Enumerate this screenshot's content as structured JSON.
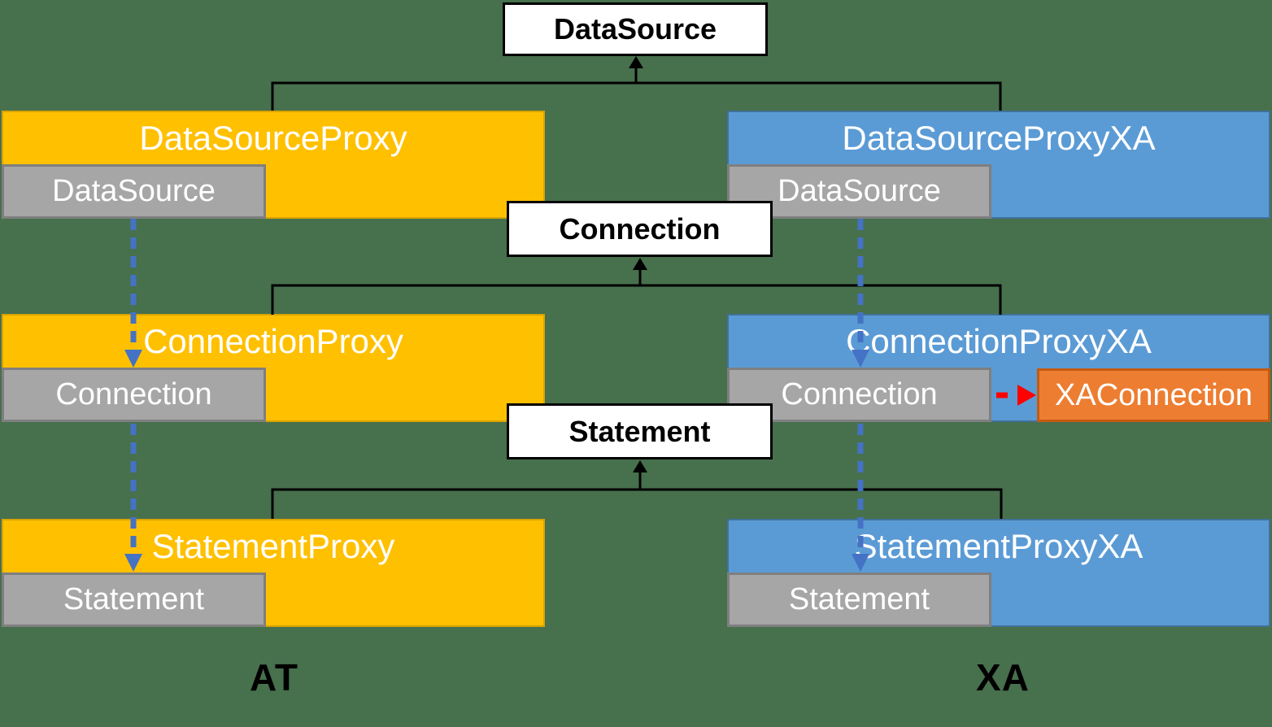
{
  "colors": {
    "bg": "#47704D",
    "yellow": "#FFC000",
    "yellow_border": "#D9A300",
    "blue": "#5B9BD5",
    "blue_border": "#41719C",
    "gray": "#A6A6A6",
    "gray_border": "#7F7F7F",
    "orange": "#ED7D31",
    "orange_border": "#C55A11",
    "white": "#FFFFFF",
    "line": "#000000",
    "arrow_blue": "#4472C4",
    "arrow_red": "#FF0000"
  },
  "interfaces": {
    "datasource": "DataSource",
    "connection": "Connection",
    "statement": "Statement"
  },
  "at": {
    "label": "AT",
    "rows": [
      {
        "title": "DataSourceProxy",
        "inner": "DataSource"
      },
      {
        "title": "ConnectionProxy",
        "inner": "Connection"
      },
      {
        "title": "StatementProxy",
        "inner": "Statement"
      }
    ]
  },
  "xa": {
    "label": "XA",
    "rows": [
      {
        "title": "DataSourceProxyXA",
        "inner": "DataSource"
      },
      {
        "title": "ConnectionProxyXA",
        "inner": "Connection"
      },
      {
        "title": "StatementProxyXA",
        "inner": "Statement"
      }
    ],
    "xa_connection": "XAConnection"
  }
}
